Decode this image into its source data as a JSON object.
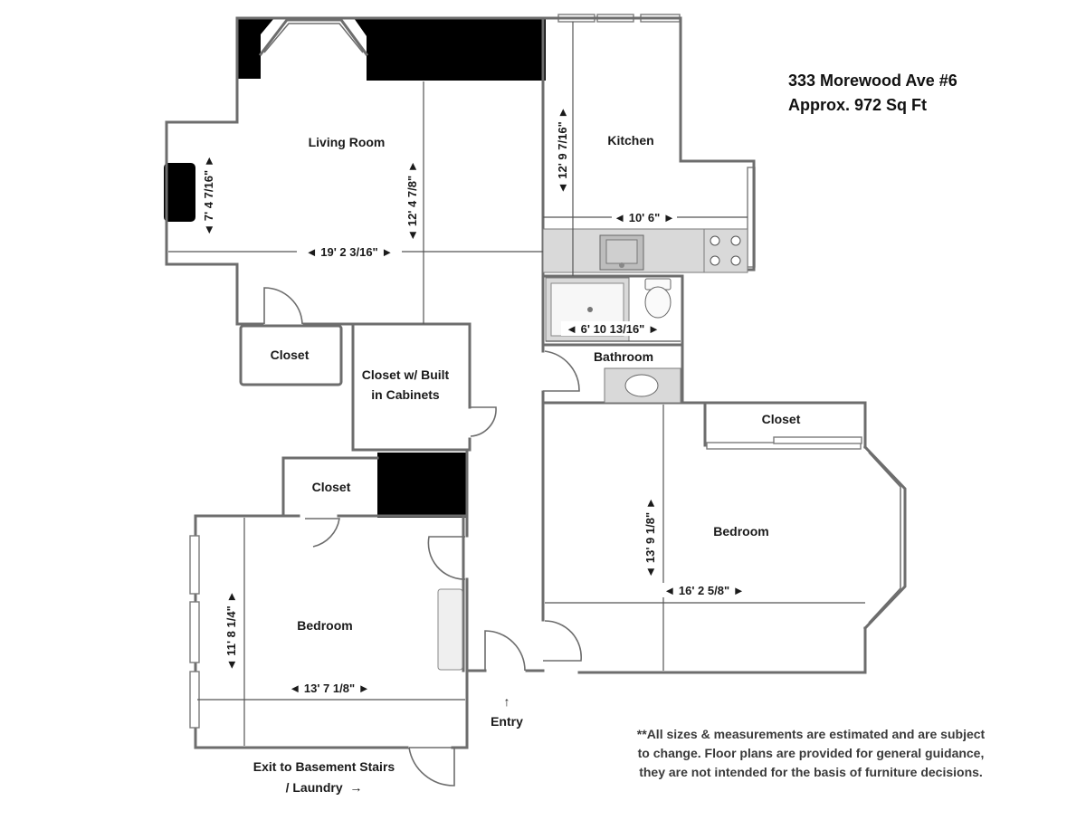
{
  "header": {
    "address": "333 Morewood Ave #6",
    "area": "Approx. 972 Sq Ft"
  },
  "rooms": {
    "living_room": "Living Room",
    "kitchen": "Kitchen",
    "closet_left": "Closet",
    "closet_builtin_line1": "Closet w/ Built",
    "closet_builtin_line2": "in Cabinets",
    "bathroom": "Bathroom",
    "closet_right": "Closet",
    "closet_lower": "Closet",
    "bedroom_right": "Bedroom",
    "bedroom_left": "Bedroom",
    "entry": "Entry",
    "exit_line1": "Exit to Basement Stairs",
    "exit_line2": "/ Laundry"
  },
  "dimensions": {
    "living_width": "19' 2 3/16\"",
    "living_depth": "12' 4 7/8\"",
    "living_alcove": "7' 4 7/16\"",
    "kitchen_depth": "12' 9 7/16\"",
    "kitchen_width": "10' 6\"",
    "bath_width": "6' 10 13/16\"",
    "bedroom_right_width": "16' 2 5/8\"",
    "bedroom_right_depth": "13' 9 1/8\"",
    "bedroom_left_width": "13' 7 1/8\"",
    "bedroom_left_depth": "11' 8 1/4\""
  },
  "note": {
    "line1": "**All sizes & measurements are estimated and are subject",
    "line2": "to change. Floor plans are provided for general guidance,",
    "line3": "they are not intended for the basis of furniture decisions."
  },
  "glyphs": {
    "left": "◄",
    "right": "►",
    "up": "↑",
    "arrow_right": "→"
  }
}
